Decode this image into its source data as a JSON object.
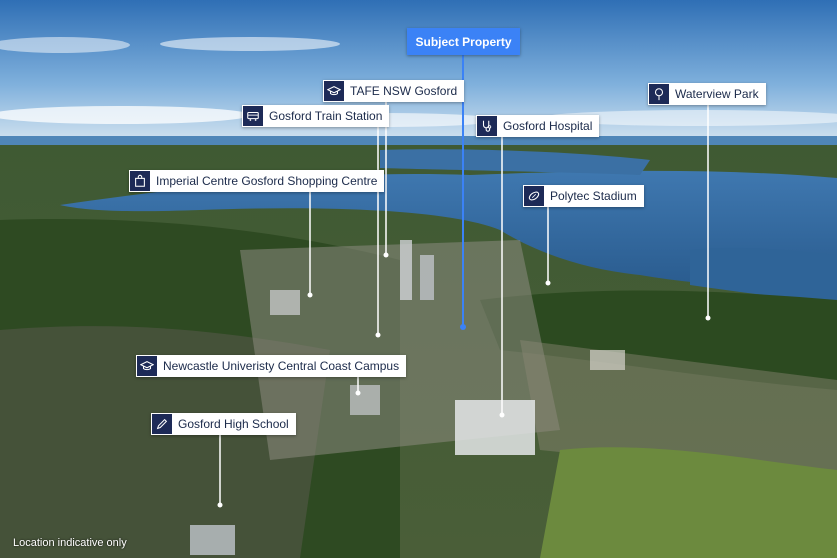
{
  "subject": {
    "label": "Subject Property"
  },
  "labels": [
    {
      "id": "tafe",
      "text": "TAFE NSW Gosford",
      "icon": "graduation-cap-icon"
    },
    {
      "id": "train",
      "text": "Gosford Train Station",
      "icon": "train-icon"
    },
    {
      "id": "hospital",
      "text": "Gosford Hospital",
      "icon": "stethoscope-icon"
    },
    {
      "id": "waterview",
      "text": "Waterview Park",
      "icon": "tree-icon"
    },
    {
      "id": "imperial",
      "text": "Imperial Centre Gosford Shopping Centre",
      "icon": "shopping-bag-icon"
    },
    {
      "id": "polytec",
      "text": "Polytec Stadium",
      "icon": "football-icon"
    },
    {
      "id": "newcastle",
      "text": "Newcastle Univeristy Central Coast Campus",
      "icon": "graduation-cap-icon"
    },
    {
      "id": "highschool",
      "text": "Gosford High School",
      "icon": "pencil-icon"
    }
  ],
  "footer": {
    "disclaimer": "Location indicative only"
  },
  "colors": {
    "subject_accent": "#3b82f6",
    "icon_bg": "#1d2a57",
    "water": "#2b5f95",
    "bush": "#2f4a22"
  }
}
